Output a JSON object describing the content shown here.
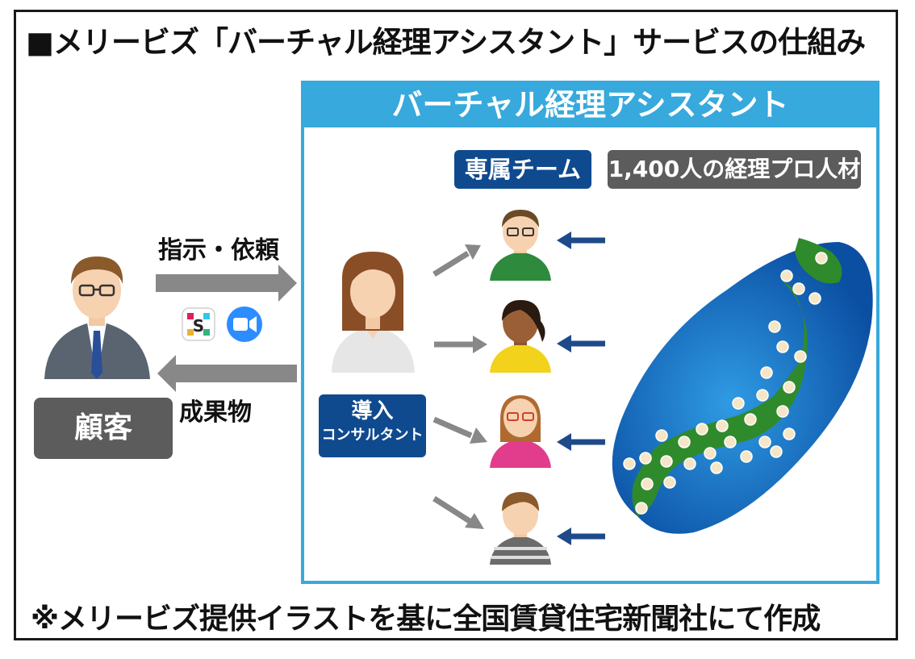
{
  "title": "■メリービズ「バーチャル経理アシスタント」サービスの仕組み",
  "service": {
    "heading": "バーチャル経理アシスタント",
    "team_label": "専属チーム",
    "pro_label": "1,400人の経理プロ人材",
    "consultant_line1": "導入",
    "consultant_line2": "コンサルタント"
  },
  "customer": {
    "label": "顧客",
    "instruction_label": "指示・依頼",
    "deliverable_label": "成果物"
  },
  "tool_icons": [
    "slack-icon",
    "zoom-icon"
  ],
  "footer": "※メリービズ提供イラストを基に全国賃貸住宅新聞社にて作成",
  "colors": {
    "service_blue": "#37a9dd",
    "navy_badge": "#0f4a8f",
    "gray_badge": "#5c5c5c",
    "arrow_gray": "#888888",
    "arrow_navy": "#1e4a8a",
    "map_blue": "#1a6fc0",
    "japan_green": "#2f8a2c"
  }
}
